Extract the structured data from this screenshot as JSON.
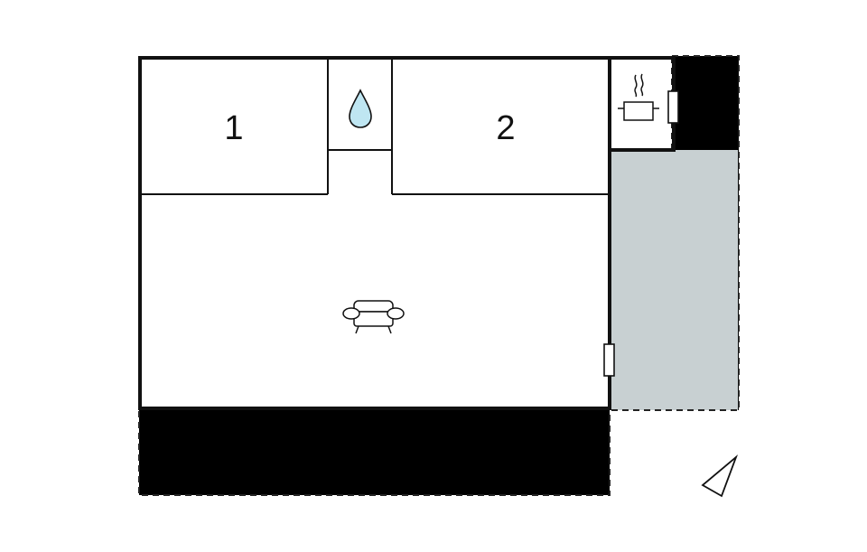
{
  "floorplan": {
    "rooms": [
      {
        "id": "bedroom-1",
        "label": "1"
      },
      {
        "id": "bedroom-2",
        "label": "2"
      }
    ],
    "icons": {
      "bathroom": "water-drop-icon",
      "kitchen": "cooking-pot-icon",
      "living_room": "armchair-icon",
      "orientation": "north-arrow-icon"
    },
    "colors": {
      "terrace_fill": "#c8d0d2",
      "wall": "#111111",
      "water_drop": "#bfe6f2"
    }
  }
}
